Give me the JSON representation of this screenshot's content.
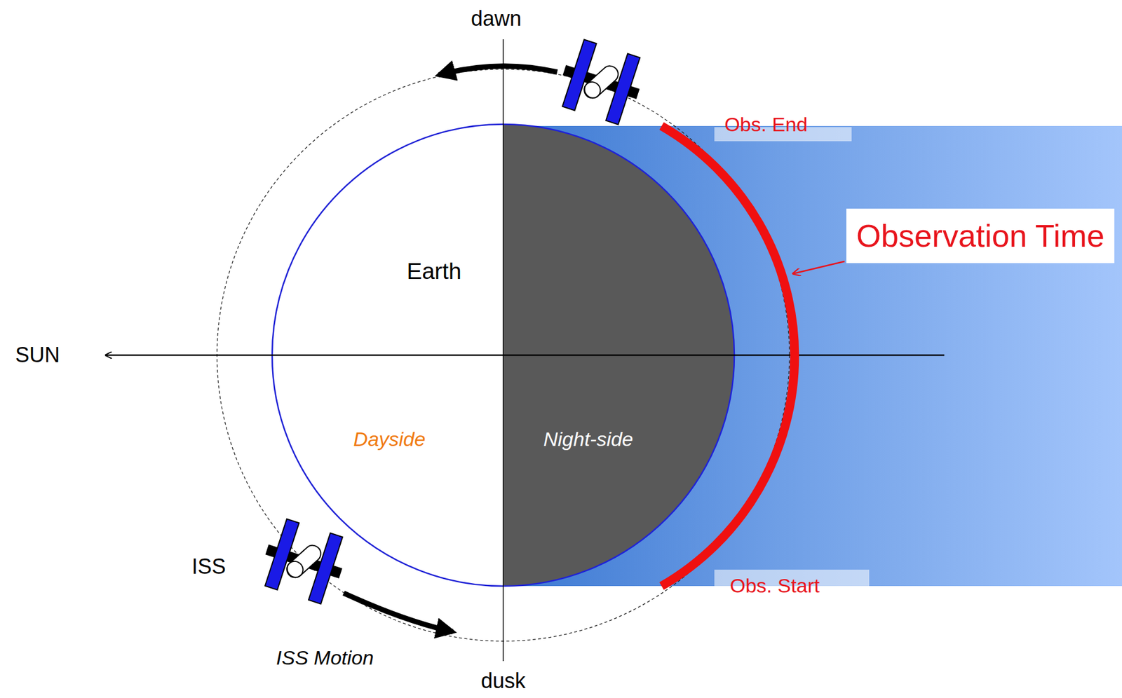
{
  "diagram": {
    "nodes": [
      {
        "text": [
          "Earth",
          "Dayside",
          "Night-side"
        ]
      },
      {
        "text": [
          "Observation Time"
        ]
      }
    ],
    "labels": [
      "dawn",
      "dusk",
      "SUN",
      "ISS",
      "ISS Motion",
      "Obs. End",
      "Obs. Start"
    ]
  }
}
